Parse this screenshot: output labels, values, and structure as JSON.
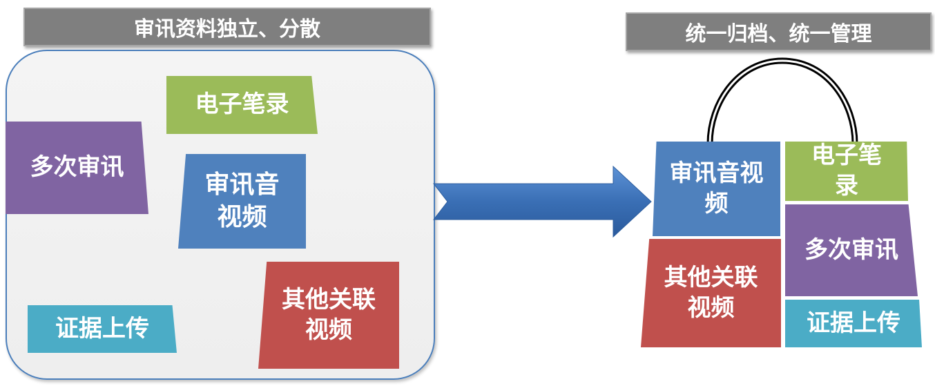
{
  "left": {
    "title": "审讯资料独立、分散",
    "blocks": {
      "e_transcript": "电子笔录",
      "multi_interrogation": "多次审讯",
      "interrogation_av": "审讯音\n视频",
      "evidence_upload": "证据上传",
      "other_video": "其他关联\n视频"
    }
  },
  "right": {
    "title": "统一归档、统一管理",
    "blocks": {
      "interrogation_av": "审讯音视\n频",
      "e_transcript": "电子笔\n录",
      "multi_interrogation": "多次审讯",
      "other_video": "其他关联\n视频",
      "evidence_upload": "证据上传"
    }
  },
  "colors": {
    "title_bar": "#7f7f7f",
    "panel_border": "#4a7ebb",
    "green": "#9bbb59",
    "purple": "#8064a2",
    "blue": "#4f81bd",
    "red": "#c0504d",
    "cyan": "#4bacc6",
    "arrow": "#3a6fb5"
  }
}
